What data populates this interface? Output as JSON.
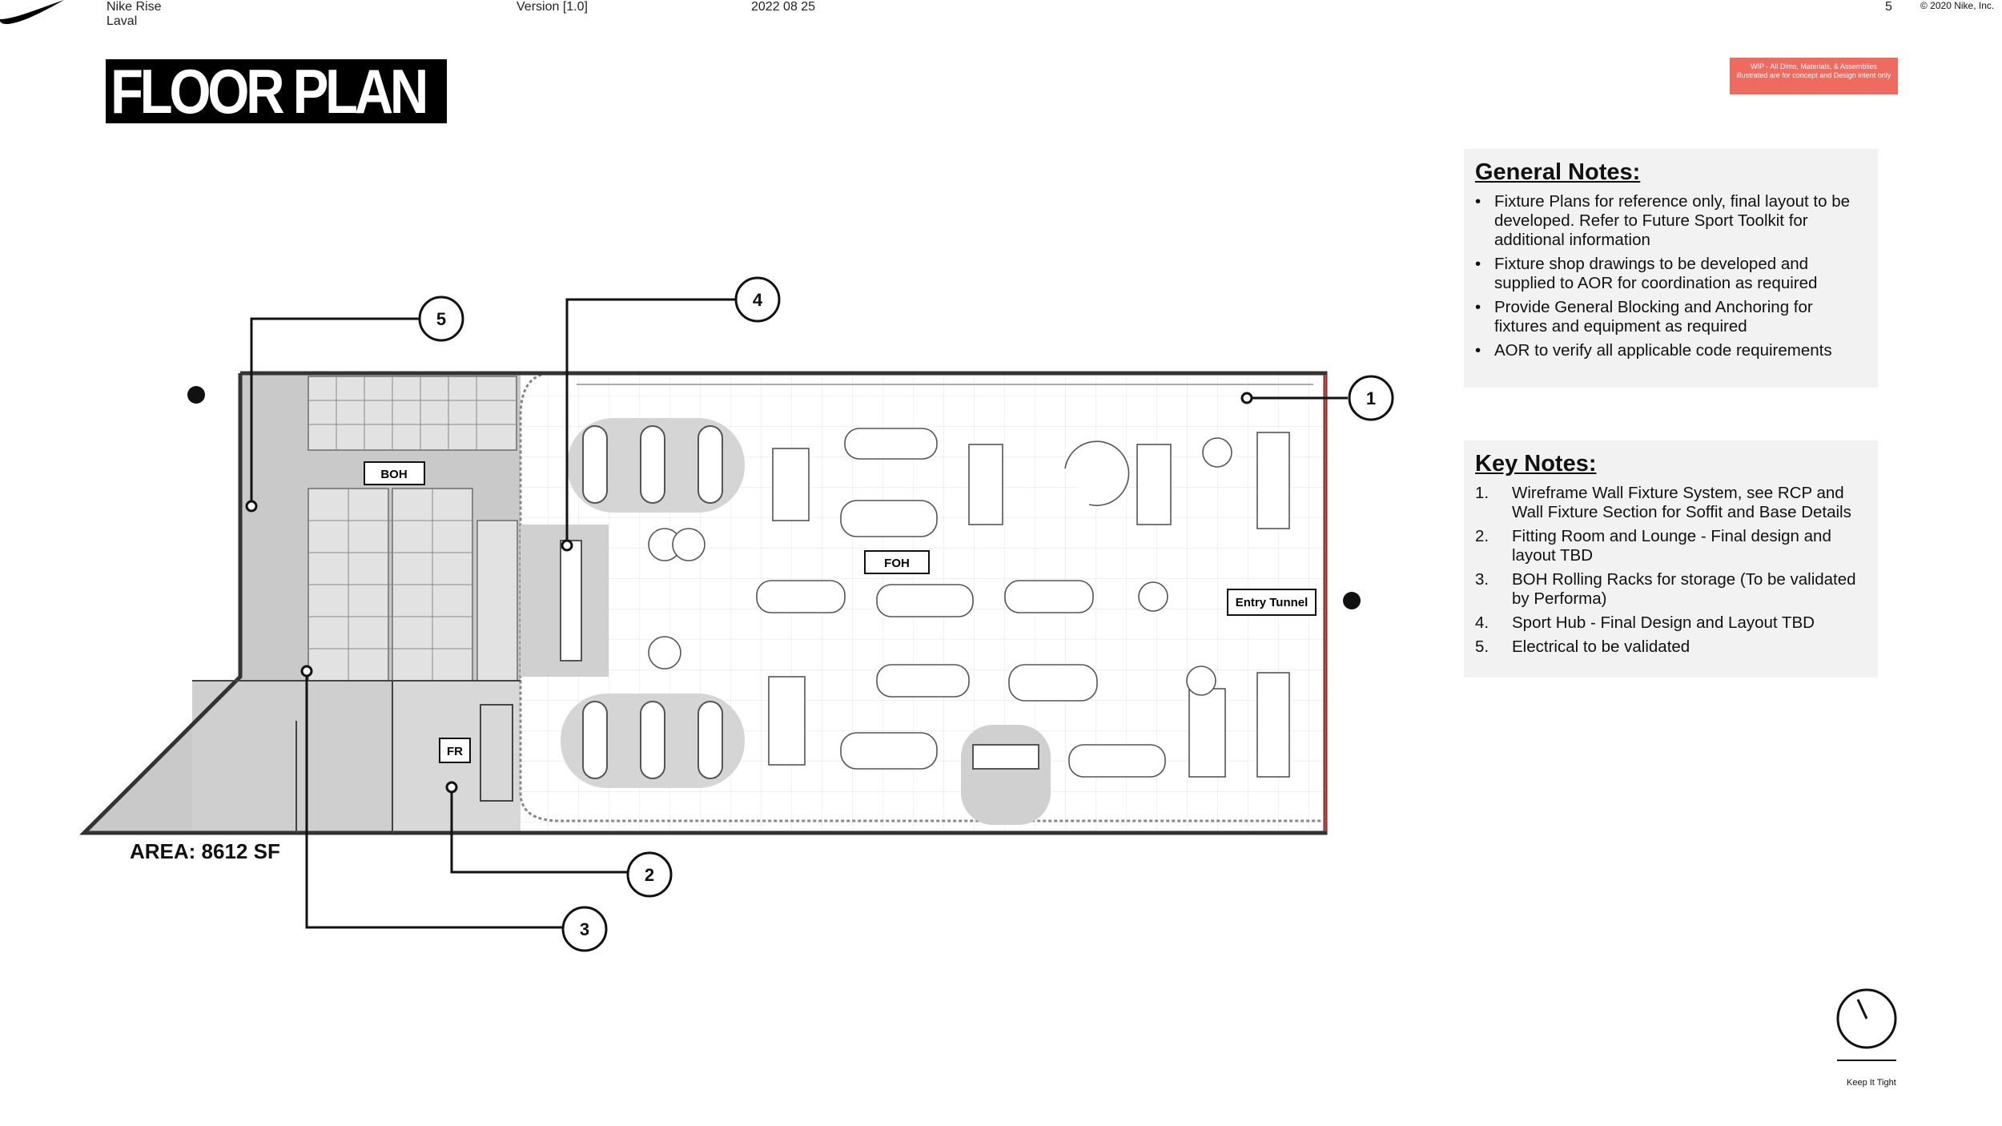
{
  "header": {
    "project_line1": "Nike Rise",
    "project_line2": "Laval",
    "version": "Version [1.0]",
    "date": "2022 08 25",
    "page_number": "5",
    "copyright": "© 2020 Nike, Inc."
  },
  "title": "FLOOR PLAN",
  "wip_note": "WIP - All Dims, Materials, & Assemblies illustrated are for concept and Design intent only",
  "area_label": "AREA: 8612 SF",
  "plan": {
    "rooms": {
      "boh": "BOH",
      "foh": "FOH",
      "fr": "FR",
      "entry": "Entry Tunnel"
    },
    "callouts": [
      "1",
      "2",
      "3",
      "4",
      "5"
    ]
  },
  "general_notes": {
    "heading": "General Notes:",
    "items": [
      "Fixture Plans for reference only, final layout to be developed. Refer to Future Sport Toolkit for additional information",
      "Fixture shop drawings to be developed and supplied to AOR for coordination as required",
      "Provide General Blocking and Anchoring for fixtures and equipment as required",
      "AOR to verify all applicable code requirements"
    ]
  },
  "key_notes": {
    "heading": "Key Notes:",
    "items": [
      {
        "num": "1.",
        "text": "Wireframe Wall Fixture System, see RCP and Wall Fixture Section for Soffit and Base Details"
      },
      {
        "num": "2.",
        "text": "Fitting Room and Lounge - Final design and layout TBD"
      },
      {
        "num": "3.",
        "text": "BOH Rolling Racks for storage (To be validated by Performa)"
      },
      {
        "num": "4.",
        "text": "Sport Hub - Final Design and Layout TBD"
      },
      {
        "num": "5.",
        "text": "Electrical to be validated"
      }
    ]
  },
  "footer": {
    "tagline": "Keep It Tight"
  },
  "colors": {
    "wip_bg": "#ef6a5f",
    "notes_bg": "#f2f2f2",
    "plan_grey": "#c8c8c8",
    "plan_light": "#dcdcdc",
    "entry_line": "#d43a3a"
  },
  "icons": [
    "swoosh-logo-icon",
    "north-compass-icon",
    "exit-marker-icon"
  ]
}
